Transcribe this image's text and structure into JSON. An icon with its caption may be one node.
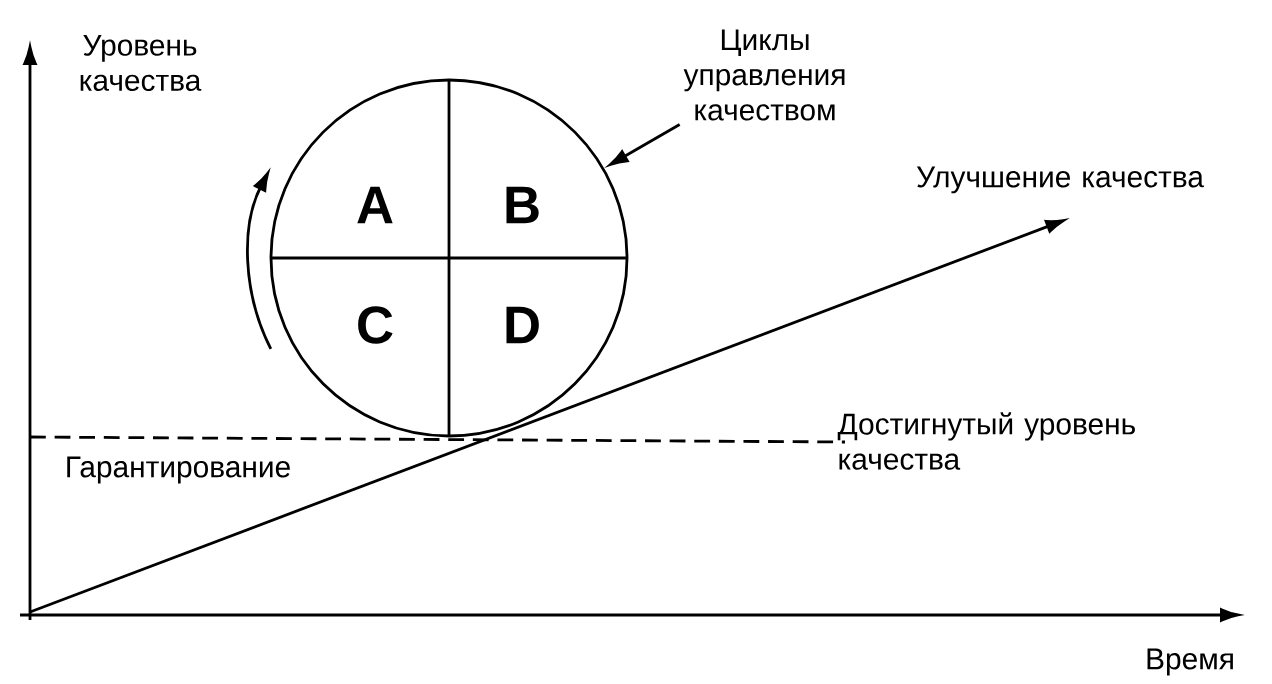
{
  "diagram": {
    "nodes": [
      {
        "text": [
          "Циклы управления качеством"
        ]
      },
      {
        "text": [
          "A",
          "B",
          "C",
          "D"
        ]
      }
    ],
    "edges": [
      {
        "from": 0,
        "to": 1,
        "arrow": "to"
      }
    ],
    "labels": [
      "Уровень качества",
      "Улучшение качества",
      "Достигнутый уровень качества",
      "Гарантирование",
      "Время"
    ]
  }
}
